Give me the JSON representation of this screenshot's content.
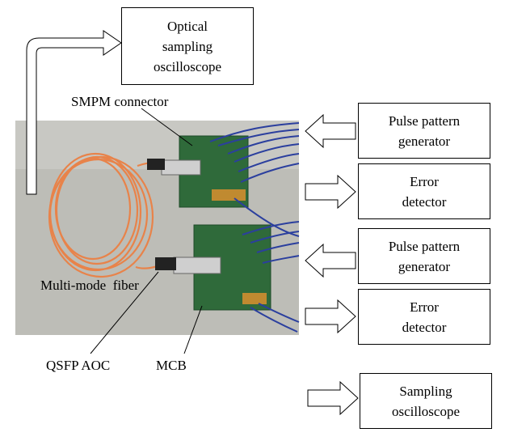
{
  "boxes": {
    "optical_sampling_oscilloscope": [
      "Optical",
      "sampling",
      "oscilloscope"
    ],
    "pulse_pattern_generator_1": [
      "Pulse pattern",
      "generator"
    ],
    "error_detector_1": [
      "Error",
      "detector"
    ],
    "pulse_pattern_generator_2": [
      "Pulse pattern",
      "generator"
    ],
    "error_detector_2": [
      "Error",
      "detector"
    ],
    "sampling_oscilloscope": [
      "Sampling",
      "oscilloscope"
    ]
  },
  "labels": {
    "smpm_connector": "SMPM connector",
    "multimode_fiber": "Multi-mode  fiber",
    "qsfp_aoc": "QSFP AOC",
    "mcb": "MCB"
  },
  "colors": {
    "photo_background": "#b9b9b4",
    "fiber": "#e8834a",
    "pcb_green": "#2f6a3a",
    "cable_blue": "#2b3f9e"
  }
}
